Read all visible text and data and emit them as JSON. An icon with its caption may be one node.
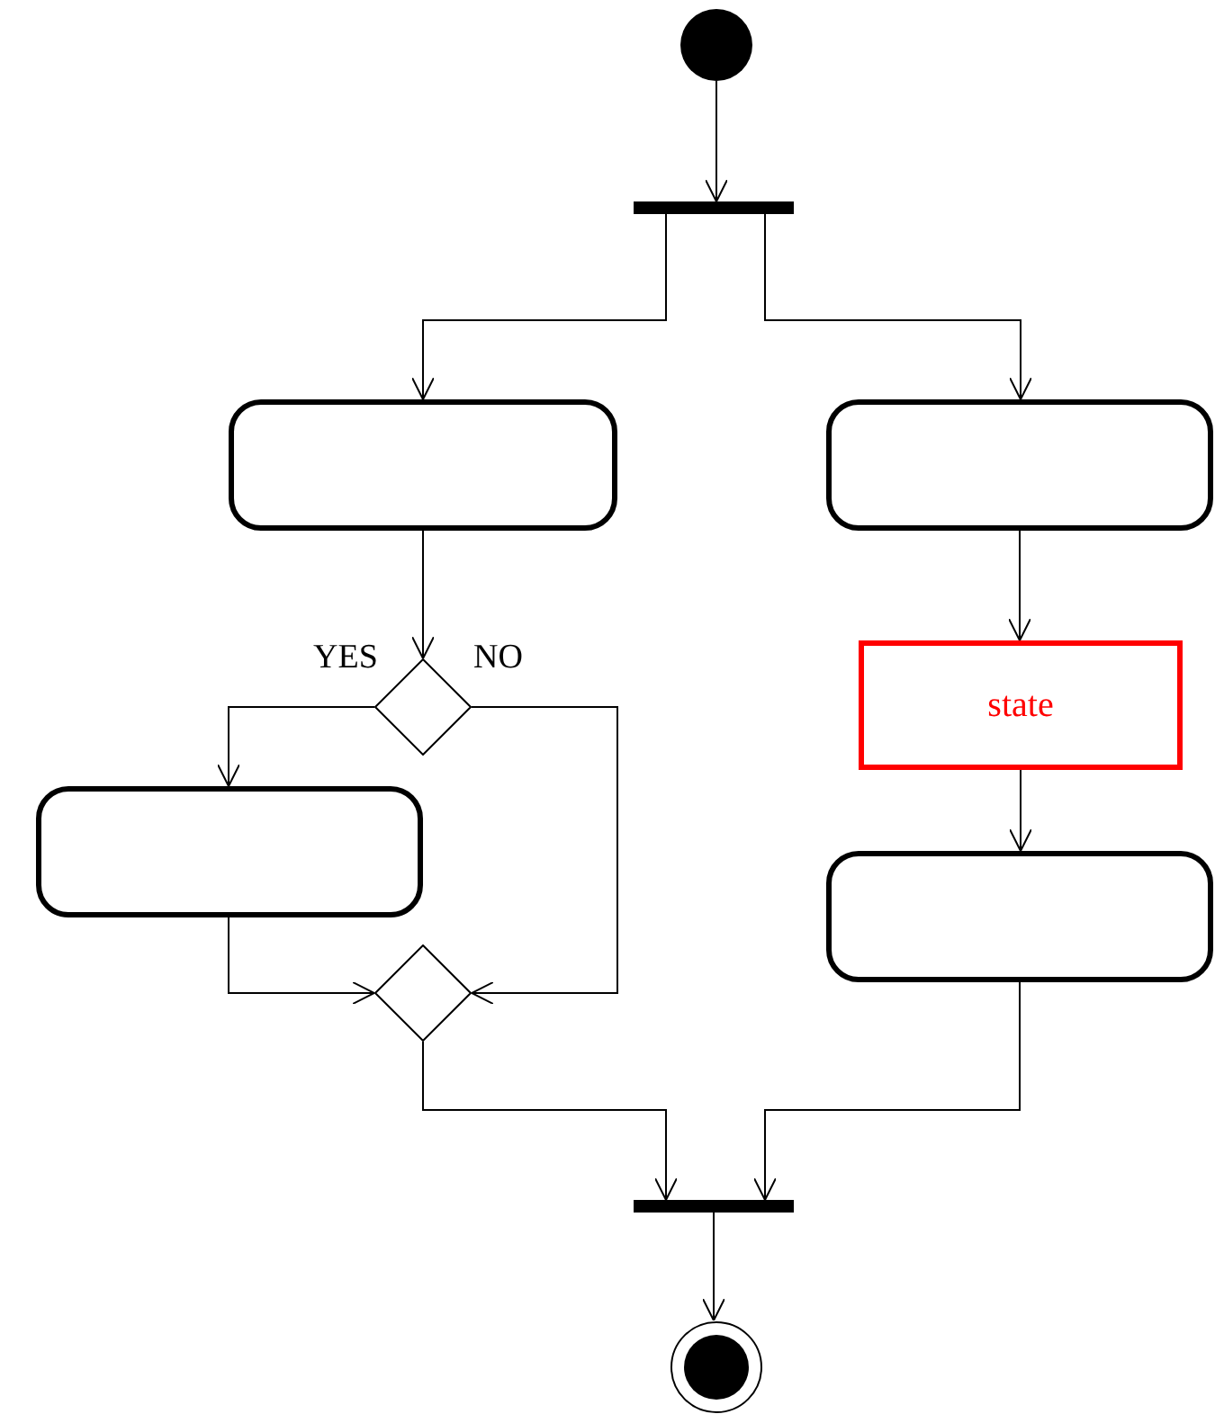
{
  "diagram": {
    "nodes": [
      {
        "text": [],
        "shape": "circle"
      },
      {
        "text": [],
        "shape": "bar"
      },
      {
        "text": [],
        "shape": "box"
      },
      {
        "text": [],
        "shape": "box"
      },
      {
        "text": [],
        "shape": "diamond"
      },
      {
        "text": [],
        "shape": "box"
      },
      {
        "text": [
          "state"
        ]
      },
      {
        "text": [],
        "shape": "box"
      },
      {
        "text": [],
        "shape": "diamond"
      },
      {
        "text": [],
        "shape": "bar"
      },
      {
        "text": [],
        "shape": "circle"
      }
    ],
    "edges": [
      {
        "from": 0,
        "to": 1,
        "arrow": "to"
      },
      {
        "from": 1,
        "to": 2,
        "arrow": "to"
      },
      {
        "from": 1,
        "to": 3,
        "arrow": "to"
      },
      {
        "from": 2,
        "to": 4,
        "arrow": "to"
      },
      {
        "from": 4,
        "to": 5,
        "arrow": "to",
        "label": "YES"
      },
      {
        "from": 4,
        "to": 8,
        "arrow": "to",
        "label": "NO"
      },
      {
        "from": 3,
        "to": 6,
        "arrow": "to"
      },
      {
        "from": 6,
        "to": 7,
        "arrow": "to"
      },
      {
        "from": 5,
        "to": 8,
        "arrow": "to"
      },
      {
        "from": 8,
        "to": 9,
        "arrow": "to"
      },
      {
        "from": 7,
        "to": 9,
        "arrow": "to"
      },
      {
        "from": 9,
        "to": 10,
        "arrow": "to"
      }
    ]
  }
}
